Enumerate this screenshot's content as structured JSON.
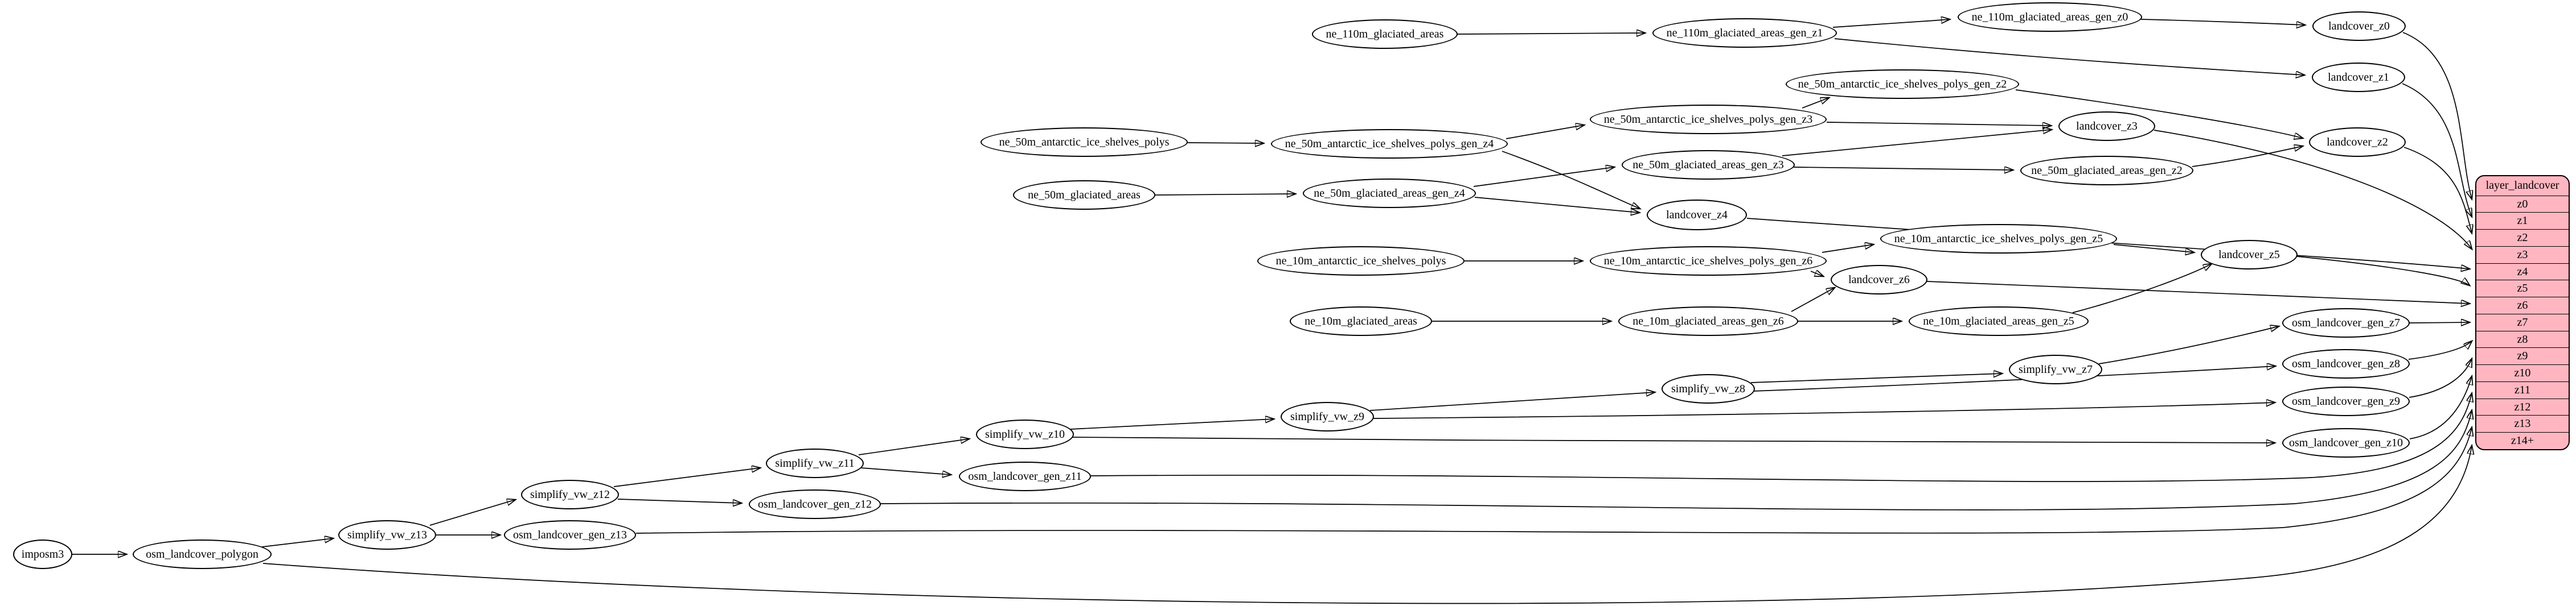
{
  "diagram": {
    "colors": {
      "background": "#ffffff",
      "node_fill": "#ffffff",
      "node_stroke": "#000000",
      "edge": "#000000",
      "table_fill": "#ffb6c1"
    },
    "nodes": {
      "imposm3": {
        "label": "imposm3"
      },
      "osm_landcover_polygon": {
        "label": "osm_landcover_polygon"
      },
      "simplify_vw_z13": {
        "label": "simplify_vw_z13"
      },
      "osm_landcover_gen_z13": {
        "label": "osm_landcover_gen_z13"
      },
      "simplify_vw_z12": {
        "label": "simplify_vw_z12"
      },
      "osm_landcover_gen_z12": {
        "label": "osm_landcover_gen_z12"
      },
      "simplify_vw_z11": {
        "label": "simplify_vw_z11"
      },
      "osm_landcover_gen_z11": {
        "label": "osm_landcover_gen_z11"
      },
      "simplify_vw_z10": {
        "label": "simplify_vw_z10"
      },
      "simplify_vw_z9": {
        "label": "simplify_vw_z9"
      },
      "simplify_vw_z8": {
        "label": "simplify_vw_z8"
      },
      "simplify_vw_z7": {
        "label": "simplify_vw_z7"
      },
      "osm_landcover_gen_z7": {
        "label": "osm_landcover_gen_z7"
      },
      "osm_landcover_gen_z8": {
        "label": "osm_landcover_gen_z8"
      },
      "osm_landcover_gen_z9": {
        "label": "osm_landcover_gen_z9"
      },
      "osm_landcover_gen_z10": {
        "label": "osm_landcover_gen_z10"
      },
      "ne_110m_glaciated_areas": {
        "label": "ne_110m_glaciated_areas"
      },
      "ne_110m_glaciated_areas_gen_z1": {
        "label": "ne_110m_glaciated_areas_gen_z1"
      },
      "ne_110m_glaciated_areas_gen_z0": {
        "label": "ne_110m_glaciated_areas_gen_z0"
      },
      "landcover_z0": {
        "label": "landcover_z0"
      },
      "landcover_z1": {
        "label": "landcover_z1"
      },
      "ne_50m_antarctic_ice_shelves_polys": {
        "label": "ne_50m_antarctic_ice_shelves_polys"
      },
      "ne_50m_antarctic_ice_shelves_polys_gen_z4": {
        "label": "ne_50m_antarctic_ice_shelves_polys_gen_z4"
      },
      "ne_50m_antarctic_ice_shelves_polys_gen_z3": {
        "label": "ne_50m_antarctic_ice_shelves_polys_gen_z3"
      },
      "ne_50m_antarctic_ice_shelves_polys_gen_z2": {
        "label": "ne_50m_antarctic_ice_shelves_polys_gen_z2"
      },
      "ne_50m_glaciated_areas": {
        "label": "ne_50m_glaciated_areas"
      },
      "ne_50m_glaciated_areas_gen_z4": {
        "label": "ne_50m_glaciated_areas_gen_z4"
      },
      "ne_50m_glaciated_areas_gen_z3": {
        "label": "ne_50m_glaciated_areas_gen_z3"
      },
      "ne_50m_glaciated_areas_gen_z2": {
        "label": "ne_50m_glaciated_areas_gen_z2"
      },
      "landcover_z2": {
        "label": "landcover_z2"
      },
      "landcover_z3": {
        "label": "landcover_z3"
      },
      "landcover_z4": {
        "label": "landcover_z4"
      },
      "ne_10m_antarctic_ice_shelves_polys": {
        "label": "ne_10m_antarctic_ice_shelves_polys"
      },
      "ne_10m_antarctic_ice_shelves_polys_gen_z6": {
        "label": "ne_10m_antarctic_ice_shelves_polys_gen_z6"
      },
      "ne_10m_antarctic_ice_shelves_polys_gen_z5": {
        "label": "ne_10m_antarctic_ice_shelves_polys_gen_z5"
      },
      "ne_10m_glaciated_areas": {
        "label": "ne_10m_glaciated_areas"
      },
      "ne_10m_glaciated_areas_gen_z6": {
        "label": "ne_10m_glaciated_areas_gen_z6"
      },
      "ne_10m_glaciated_areas_gen_z5": {
        "label": "ne_10m_glaciated_areas_gen_z5"
      },
      "landcover_z5": {
        "label": "landcover_z5"
      },
      "landcover_z6": {
        "label": "landcover_z6"
      }
    },
    "edges": [
      {
        "from": "imposm3",
        "to": "osm_landcover_polygon"
      },
      {
        "from": "osm_landcover_polygon",
        "to": "simplify_vw_z13"
      },
      {
        "from": "osm_landcover_polygon",
        "to": "layer_landcover.z14+"
      },
      {
        "from": "simplify_vw_z13",
        "to": "simplify_vw_z12"
      },
      {
        "from": "simplify_vw_z13",
        "to": "osm_landcover_gen_z13"
      },
      {
        "from": "osm_landcover_gen_z13",
        "to": "layer_landcover.z13"
      },
      {
        "from": "simplify_vw_z12",
        "to": "simplify_vw_z11"
      },
      {
        "from": "simplify_vw_z12",
        "to": "osm_landcover_gen_z12"
      },
      {
        "from": "osm_landcover_gen_z12",
        "to": "layer_landcover.z12"
      },
      {
        "from": "simplify_vw_z11",
        "to": "simplify_vw_z10"
      },
      {
        "from": "simplify_vw_z11",
        "to": "osm_landcover_gen_z11"
      },
      {
        "from": "osm_landcover_gen_z11",
        "to": "layer_landcover.z11"
      },
      {
        "from": "simplify_vw_z10",
        "to": "simplify_vw_z9"
      },
      {
        "from": "simplify_vw_z10",
        "to": "osm_landcover_gen_z10"
      },
      {
        "from": "osm_landcover_gen_z10",
        "to": "layer_landcover.z10"
      },
      {
        "from": "simplify_vw_z9",
        "to": "simplify_vw_z8"
      },
      {
        "from": "simplify_vw_z9",
        "to": "osm_landcover_gen_z9"
      },
      {
        "from": "osm_landcover_gen_z9",
        "to": "layer_landcover.z9"
      },
      {
        "from": "simplify_vw_z8",
        "to": "simplify_vw_z7"
      },
      {
        "from": "simplify_vw_z8",
        "to": "osm_landcover_gen_z8"
      },
      {
        "from": "osm_landcover_gen_z8",
        "to": "layer_landcover.z8"
      },
      {
        "from": "simplify_vw_z7",
        "to": "osm_landcover_gen_z7"
      },
      {
        "from": "osm_landcover_gen_z7",
        "to": "layer_landcover.z7"
      },
      {
        "from": "ne_110m_glaciated_areas",
        "to": "ne_110m_glaciated_areas_gen_z1"
      },
      {
        "from": "ne_110m_glaciated_areas_gen_z1",
        "to": "ne_110m_glaciated_areas_gen_z0"
      },
      {
        "from": "ne_110m_glaciated_areas_gen_z1",
        "to": "landcover_z1"
      },
      {
        "from": "ne_110m_glaciated_areas_gen_z0",
        "to": "landcover_z0"
      },
      {
        "from": "landcover_z0",
        "to": "layer_landcover.z0"
      },
      {
        "from": "landcover_z1",
        "to": "layer_landcover.z1"
      },
      {
        "from": "ne_50m_antarctic_ice_shelves_polys",
        "to": "ne_50m_antarctic_ice_shelves_polys_gen_z4"
      },
      {
        "from": "ne_50m_antarctic_ice_shelves_polys_gen_z4",
        "to": "ne_50m_antarctic_ice_shelves_polys_gen_z3"
      },
      {
        "from": "ne_50m_antarctic_ice_shelves_polys_gen_z4",
        "to": "landcover_z4"
      },
      {
        "from": "ne_50m_antarctic_ice_shelves_polys_gen_z3",
        "to": "ne_50m_antarctic_ice_shelves_polys_gen_z2"
      },
      {
        "from": "ne_50m_antarctic_ice_shelves_polys_gen_z3",
        "to": "landcover_z3"
      },
      {
        "from": "ne_50m_antarctic_ice_shelves_polys_gen_z2",
        "to": "landcover_z2"
      },
      {
        "from": "ne_50m_glaciated_areas",
        "to": "ne_50m_glaciated_areas_gen_z4"
      },
      {
        "from": "ne_50m_glaciated_areas_gen_z4",
        "to": "ne_50m_glaciated_areas_gen_z3"
      },
      {
        "from": "ne_50m_glaciated_areas_gen_z4",
        "to": "landcover_z4"
      },
      {
        "from": "ne_50m_glaciated_areas_gen_z3",
        "to": "ne_50m_glaciated_areas_gen_z2"
      },
      {
        "from": "ne_50m_glaciated_areas_gen_z3",
        "to": "landcover_z3"
      },
      {
        "from": "ne_50m_glaciated_areas_gen_z2",
        "to": "landcover_z2"
      },
      {
        "from": "landcover_z2",
        "to": "layer_landcover.z2"
      },
      {
        "from": "landcover_z3",
        "to": "layer_landcover.z3"
      },
      {
        "from": "landcover_z4",
        "to": "layer_landcover.z4"
      },
      {
        "from": "ne_10m_antarctic_ice_shelves_polys",
        "to": "ne_10m_antarctic_ice_shelves_polys_gen_z6"
      },
      {
        "from": "ne_10m_antarctic_ice_shelves_polys_gen_z6",
        "to": "ne_10m_antarctic_ice_shelves_polys_gen_z5"
      },
      {
        "from": "ne_10m_antarctic_ice_shelves_polys_gen_z6",
        "to": "landcover_z6"
      },
      {
        "from": "ne_10m_antarctic_ice_shelves_polys_gen_z5",
        "to": "landcover_z5"
      },
      {
        "from": "ne_10m_glaciated_areas",
        "to": "ne_10m_glaciated_areas_gen_z6"
      },
      {
        "from": "ne_10m_glaciated_areas_gen_z6",
        "to": "ne_10m_glaciated_areas_gen_z5"
      },
      {
        "from": "ne_10m_glaciated_areas_gen_z6",
        "to": "landcover_z6"
      },
      {
        "from": "ne_10m_glaciated_areas_gen_z5",
        "to": "landcover_z5"
      },
      {
        "from": "landcover_z5",
        "to": "layer_landcover.z5"
      },
      {
        "from": "landcover_z6",
        "to": "layer_landcover.z6"
      }
    ],
    "table": {
      "title": "layer_landcover",
      "rows": [
        "z0",
        "z1",
        "z2",
        "z3",
        "z4",
        "z5",
        "z6",
        "z7",
        "z8",
        "z9",
        "z10",
        "z11",
        "z12",
        "z13",
        "z14+"
      ]
    }
  }
}
